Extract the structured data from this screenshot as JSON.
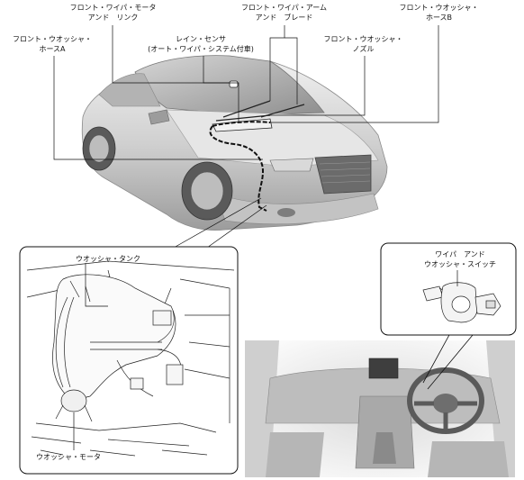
{
  "labels": {
    "motor_link": "フロント・ワイパ・モータ\nアンド　リンク",
    "washer_hose_a": "フロント・ウオッシャ・\nホースA",
    "rain_sensor": "レイン・センサ\n(オート・ワイパ・システム付車)",
    "wiper_arm_blade": "フロント・ワイパ・アーム\nアンド　ブレード",
    "washer_hose_b": "フロント・ウオッシャ・\nホースB",
    "washer_nozzle": "フロント・ウオッシャ・\nノズル",
    "washer_tank": "ウオッシャ・タンク",
    "washer_motor": "ウオッシャ・モータ",
    "wiper_switch": "ワイパ　アンド\nウオッシャ・スイッチ"
  },
  "colors": {
    "line": "#1a1a1a",
    "car_light": "#e2e2e2",
    "car_mid": "#bdbdbd",
    "car_dark": "#7a7a7a",
    "interior": "#c8c8c8"
  }
}
